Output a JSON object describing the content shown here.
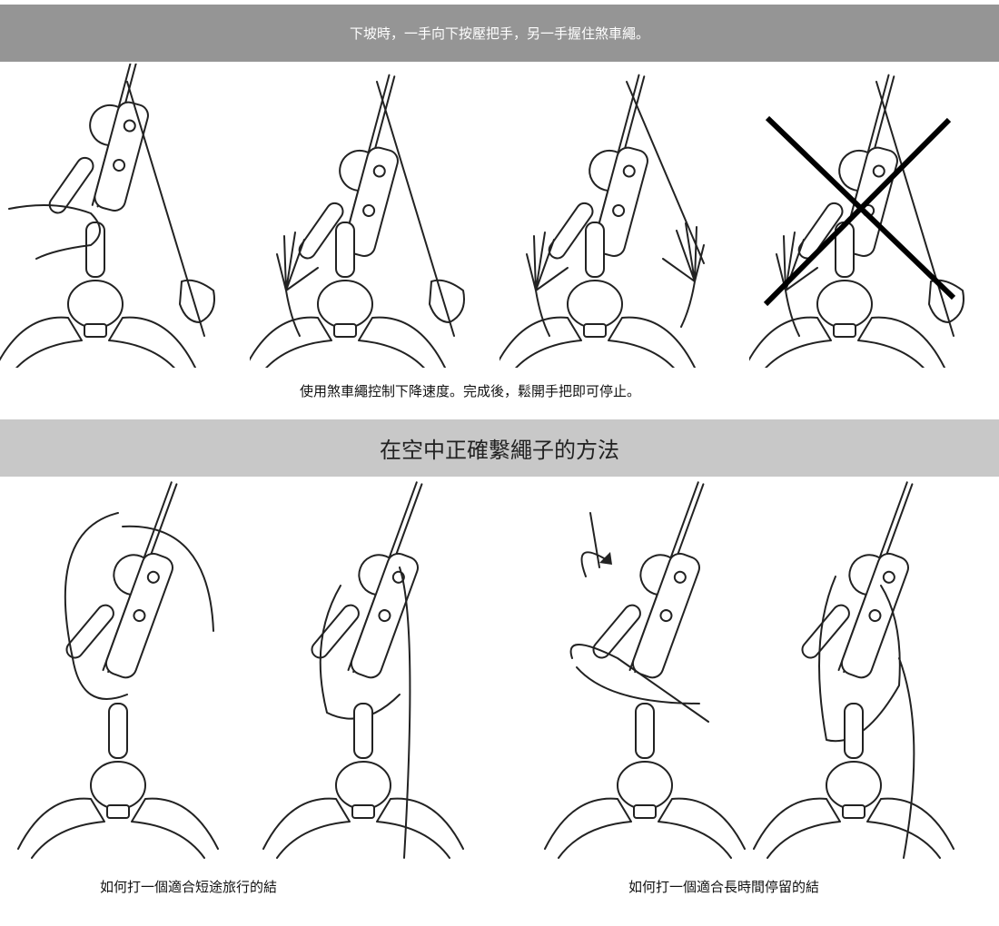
{
  "top_banner": "下坡時，一手向下按壓把手，另一手握住煞車繩。",
  "top_caption": "使用煞車繩控制下降速度。完成後，鬆開手把即可停止。",
  "section_title": "在空中正確繫繩子的方法",
  "knot_captions": [
    "如何打一個適合短途旅行的結",
    "如何打一個適合長時間停留的結"
  ],
  "top_illustrations": [
    {
      "name": "hand-on-handle-brake-rope-held",
      "crossed_out": false
    },
    {
      "name": "hand-holding-brake-rope",
      "crossed_out": false
    },
    {
      "name": "hands-released",
      "crossed_out": false
    },
    {
      "name": "incorrect-grip",
      "crossed_out": true
    }
  ],
  "bottom_illustrations": [
    {
      "name": "short-stop-knot-step-1"
    },
    {
      "name": "short-stop-knot-step-2"
    },
    {
      "name": "long-stop-knot-step-1"
    },
    {
      "name": "long-stop-knot-step-2"
    }
  ]
}
